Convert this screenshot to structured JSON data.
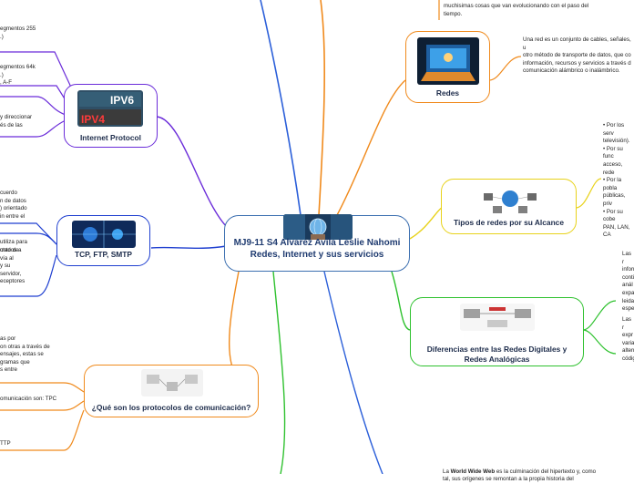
{
  "central": {
    "title": "MJ9-11 S4 Alvarez Avila Leslie Nahomi Redes, Internet y sus servicios"
  },
  "colors": {
    "blue": "#2b5fd9",
    "purple": "#6a2bd9",
    "orange": "#f08a1c",
    "yellow": "#e8d21a",
    "green": "#2ec12e",
    "deep_blue": "#1f3fd0"
  },
  "nodes": {
    "internet_protocol": {
      "label": "Internet Protocol",
      "image": "ipv6-ipv4-image",
      "badge_top": "IPV6",
      "badge_bottom": "IPV4"
    },
    "tcp_ftp_smtp": {
      "label": "TCP, FTP, SMTP"
    },
    "protocolos": {
      "label": "¿Qué son los protocolos de comunicación?"
    },
    "redes": {
      "label": "Redes"
    },
    "tipos": {
      "label": "Tipos de redes por su Alcance"
    },
    "diferencias": {
      "label": "Diferencias entre las Redes Digitales y Redes Analógicas"
    }
  },
  "texts": {
    "top_right": "muchisimas cosas que van evolucionando con el paso del\ntiempo.",
    "redes_desc": "Una red es un conjunto de cables, señales, u\notro método de transporte de datos, que co\ninformación, recursos y servicios a través d\ncomunicación alámbrico o inalámbrico.",
    "tipos_desc": "• Por los serv\ntelevisión).\n• Por su func\nacceso, rede\n• Por la pobla\npúblicas, priv\n• Por su cobe\nPAN, LAN, CA",
    "dif_desc_1": "Las r\ninforr\ncontin\nanál\nexpa\nleida\nespe",
    "dif_desc_2": "Las r\nexpr\nvaria\naltern\ncódig",
    "www_pre": "La ",
    "www_bold": "World Wide Web",
    "www_post": " es la culminación del hipertexto y, como\ntal, sus orígenes se remontan a la propia historia del",
    "ipv4_cut": "egmentos 255\n.)",
    "ipv6_cut": "egmentos 64k\n.)\n, A-F",
    "ip_cut": "y direccionar\nés de las",
    "tcp_cut": "cuerdo\nn de datos\n) orientado\nin entre el",
    "ftp_cut": "utiliza para\nctados a",
    "smtp_cut": "unto de\nvía al\ny su\nservidor,\neceptores",
    "proto_cut": "as por\non otras a través de\nensajes, estas se\ngramas que\ns entre",
    "proto_ex": "omunicación son: TPC",
    "proto_tp": "TTP"
  }
}
